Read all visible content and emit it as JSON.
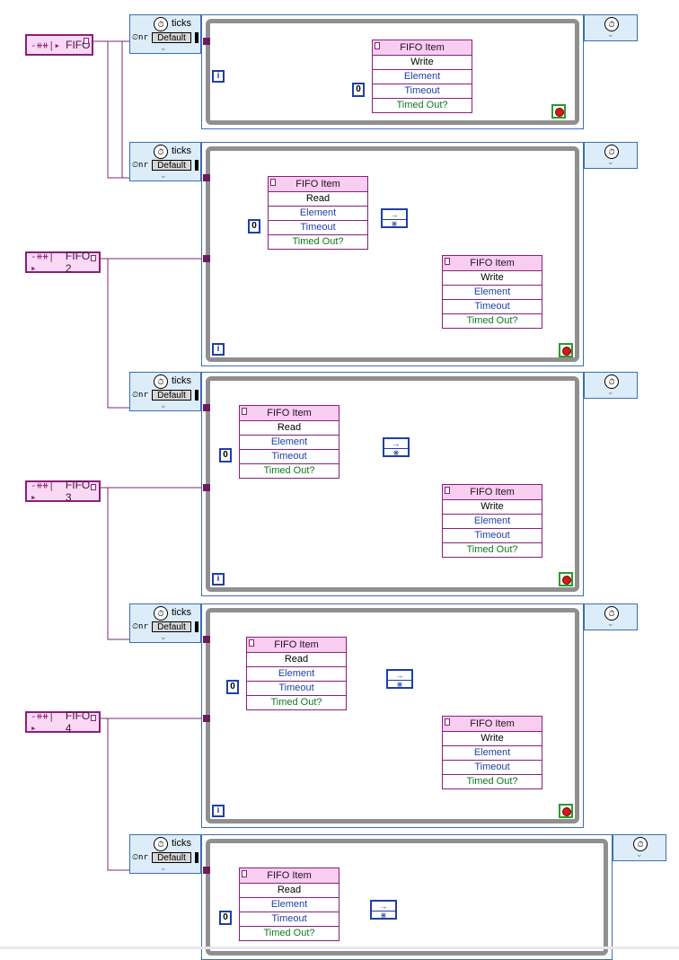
{
  "diagram": {
    "fifo_refs": [
      {
        "label": "FIFO"
      },
      {
        "label": "FIFO 2"
      },
      {
        "label": "FIFO 3"
      },
      {
        "label": "FIFO 4"
      }
    ],
    "fifo_ref_glyph": "-⧺⧺|▸",
    "timed_loop_node": {
      "ticks_label": "ticks",
      "default_label": "Default",
      "source_label": "⏲nr"
    },
    "iteration_label": "i",
    "constant_zero": "0",
    "method_nodes": {
      "title": "FIFO Item",
      "write_mode": "Write",
      "read_mode": "Read",
      "element_label": "Element",
      "timeout_label": "Timeout",
      "timed_out_label": "Timed Out?"
    },
    "array_symbol_top": "→",
    "array_symbol_bottom": "⋇"
  },
  "colors": {
    "fifo_wire": "#7c2a6e",
    "int_wire": "#1f3fa8",
    "loop_border": "#3a6fb2",
    "loop_inner": "#8f8f8f"
  }
}
